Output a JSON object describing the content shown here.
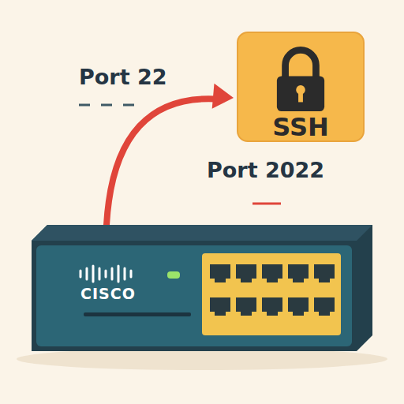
{
  "diagram": {
    "nodes": [
      {
        "text": [
          "SSH"
        ]
      },
      {
        "text": [
          "CISCO"
        ]
      }
    ],
    "edges": [
      {
        "from": 1,
        "to": 0,
        "arrow": "to"
      }
    ],
    "labels": [
      "Port 22",
      "Port 2022"
    ]
  }
}
